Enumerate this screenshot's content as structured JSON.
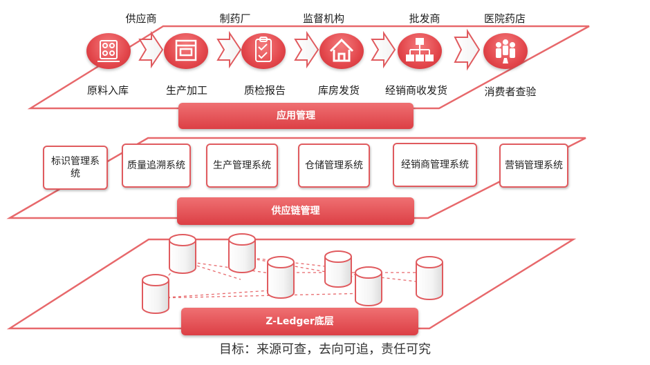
{
  "application_layer": {
    "stages": [
      {
        "top": "供应商",
        "bottom": "原料入库",
        "icon": "warehouse-grid-icon"
      },
      {
        "top": "制药厂",
        "bottom": "生产加工",
        "icon": "factory-panel-icon"
      },
      {
        "top": "监督机构",
        "bottom": "质检报告",
        "icon": "clipboard-check-icon"
      },
      {
        "top": "",
        "bottom": "库房发货",
        "icon": "house-icon"
      },
      {
        "top": "批发商",
        "bottom": "经销商收发货",
        "icon": "distribution-tree-icon"
      },
      {
        "top": "医院药店",
        "bottom": "消费者查验",
        "icon": "people-group-icon"
      }
    ],
    "bar_label": "应用管理"
  },
  "supply_chain_layer": {
    "systems": [
      "标识管理系统",
      "质量追溯系统",
      "生产管理系统",
      "仓储管理系统",
      "经销商管理系统",
      "营销管理系统"
    ],
    "bar_label": "供应链管理"
  },
  "ledger_layer": {
    "bar_label": "Z-Ledger底层"
  },
  "caption": "目标：来源可查，去向可追，责任可究",
  "colors": {
    "accent": "#e3474c",
    "bar": "#dc3f45",
    "outline": "#e05a5e"
  }
}
